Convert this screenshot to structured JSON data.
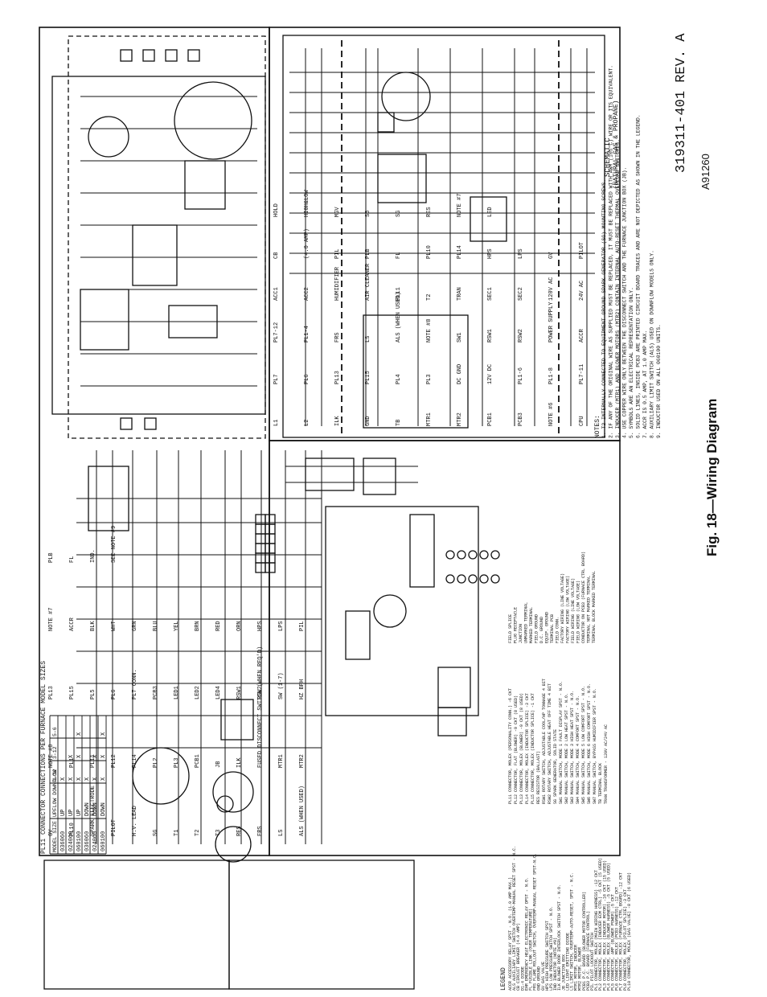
{
  "figure_caption": "Fig. 18—Wiring Diagram",
  "drawing_number": "319311-401 REV. A",
  "art_number": "A91260",
  "schematic": {
    "title": "SCHEMATIC",
    "subtitle": "(NATURAL GAS & PROPANE)",
    "labels": [
      "L1",
      "L2",
      "ILK",
      "GND",
      "TB",
      "MTR1",
      "MTR2",
      "PCB1",
      "PCB3",
      "NOTE #6",
      "CPU",
      "PL7",
      "PL6",
      "PL13",
      "PL15",
      "PL4",
      "PL3",
      "DC GND",
      "12V DC",
      "PL1-6",
      "PL1-8",
      "PL7-11",
      "PL7-12",
      "PL1-4",
      "FRS",
      "LS",
      "ALS (WHEN USED)",
      "NOTE #8",
      "SW1",
      "RSW1",
      "RSW2",
      "POWER SUPPLY",
      "ACCR",
      "ACC1",
      "ACC2",
      "HUMIDIFIER",
      "AIR CLEANER",
      "PL11",
      "T2",
      "TRAN",
      "SEC1",
      "SEC2",
      "120V AC",
      "24V AC",
      "CB",
      "(4.0 AMP)",
      "PIL",
      "PLB",
      "FL",
      "PL10",
      "PL14",
      "HPS",
      "LPS",
      "GV",
      "PILOT",
      "HOLD",
      "HIGH&LOW",
      "MGV",
      "S6",
      "SG",
      "RES",
      "NOTE #7",
      "LED"
    ],
    "notes_heading": "NOTES:",
    "notes": [
      "1. T2 INTERNALLY CONNECTED TO EQUIPMENT GROUND SPARK GENERATOR (SG) MOUNTING SCREWS.",
      "2. IF ANY OF THE ORIGINAL WIRE AS SUPPLIED MUST BE REPLACED, IT MUST BE REPLACED WITH AWM (105°C) WIRE OR ITS EQUIVALENT.",
      "3. INDUCER (MTR1) AND BLOWER MOTORS (MTR2) CONTAIN INTERNAL AUTO-RESET THERMAL OVERLOAD SWITCHES.",
      "4. USE COPPER WIRE ONLY BETWEEN THE DISCONNECT SWITCH AND THE FURNACE JUNCTION BOX (JB).",
      "5. SYMBOLS ARE AN ELECTRICAL REPRESENTATION ONLY.",
      "6. SOLID LINES, INSIDE PCB3 ARE PRINTED CIRCUIT BOARD TRACES AND ARE NOT DEPICTED AS SHOWN IN THE LEGEND.",
      "7. ACCR IS 0.5 AMP, AT 1.0 AMP MAX.",
      "8. AUXILIARY LIMIT SWITCH (ALS) USED ON DOWNFLOW MODELS ONLY.",
      "9. INDUCTOR USED ON ALL 060100 UNITS."
    ]
  },
  "connection_diagram": {
    "pl11_table": {
      "title": "PL11 CONNECTOR CONNECTIONS PER FURNACE MODEL SIZES",
      "headers": [
        "MODEL SIZE",
        "UPFLOW DOWNFLOW",
        "1-12",
        "3-12",
        "5-6"
      ],
      "rows": [
        [
          "036060",
          "UP",
          "X",
          "",
          ""
        ],
        [
          "024060",
          "UP",
          "X",
          "X",
          ""
        ],
        [
          "060100",
          "UP",
          "X",
          "X",
          "X"
        ],
        [
          "036060",
          "DOWN",
          "X",
          "",
          ""
        ],
        [
          "024060",
          "DOWN",
          "X",
          "X",
          ""
        ],
        [
          "060100",
          "DOWN",
          "X",
          "X",
          "X"
        ]
      ]
    },
    "labels": [
      "GV",
      "PL10",
      "SPARK ELECTRODE",
      "PILOT",
      "H.V. LEAD",
      "SG",
      "T1",
      "T2",
      "T3",
      "RES",
      "FRS",
      "LS",
      "ALS (WHEN USED)",
      "NOTE #8",
      "PL1",
      "PL11",
      "PL12",
      "PL14",
      "PL2",
      "PL3",
      "PCB1",
      "JB",
      "ILK",
      "FUSED DISCONNECT SWITCH (WHEN REQ'D)",
      "MTR1",
      "MTR2",
      "PL13",
      "PL15",
      "PL5",
      "PL6",
      "PL7 CONN.",
      "PCB3",
      "LED1",
      "LED2",
      "LED4",
      "RSW1",
      "RSW2",
      "SW (1-7)",
      "HZ BPH",
      "NOTE #7",
      "ACCR",
      "BLK",
      "WHT",
      "GRN",
      "BLU",
      "YEL",
      "BRN",
      "RED",
      "ORN",
      "HPS",
      "LPS",
      "PIL",
      "PLB",
      "FL",
      "IND.",
      "SEE NOTE #9"
    ],
    "legend_heading": "LEGEND",
    "legend_col1": [
      "ACCR ACCESSORY RELAY SPST - N.O. (1.0 AMP MAX.)",
      "ALS AUXILIARY LIMIT SWITCH OVERTEMP-MANUAL RESET SPST - N.C.",
      "CB CIRCUIT BREAKER (4.0 AMP)",
      "D1-4 DIODE",
      "EHR EMERGENCY HEAT ELECTRONIC RELAY DPST - N.O.",
      "FL FUSIBLE LINK (OVER TEMPERATURE)",
      "FRS FLAME ROLLOUT SWITCH, OVERTEMP-MANUAL RESET SPST-N.C.",
      "GND GROUND",
      "GV GAS VALVE",
      "HPS HIGH PRESSURE SWITCH SPST",
      "LPS LOW PRESSURE SWITCH SPST - N.O.",
      "IND INDUCTOR (NOTE #9)",
      "ILK BLOWER DOOR INTERLOCK SWITCH SPST - N.O.",
      "JB JUNCTION BOX",
      "LED LIGHT EMITTING DIODE",
      "LS LIMIT SWITCH, OVERTEMP-AUTO-RESET, SPST - N.C.",
      "MTR1 MOTOR, INDUCER",
      "MTR2 MOTOR, BLOWER",
      "PCB1 P.C. BOARD (BLOWER MOTOR CONTROLLER)",
      "PCB3 P.C. BOARD (FURNACE CONTROL)",
      "PIL PILOT LOCKOUT SWITCH",
      "PL1 CONNECTOR, MOLEX (MAIN WIRING HARNESS) -12 CKT",
      "PL2 CONNECTOR, MOLEX (INDUCER ECM CTRL) -5 CKT (5 USED)",
      "PL3 CONNECTOR, MOLEX (INDUCER MOTOR) -16 CKT (15 USED)",
      "PL4 CONNECTOR, MOLEX (BLOWER HARNESS) -5 CKT (5 USED)",
      "PL5 CONNECTOR, AMP (BLOWER POWER) -5 CKT",
      "PL6 CONNECTOR, MOLEX (PCB3 HARNESS) -12 CKT",
      "PL7 CONNECTOR, MOLEX (FURNACE CTRL BOARD) -12 CKT",
      "PL8 CONNECTOR, MOLEX (PILOT SPLICE) -3 CKT",
      "PL10 CONNECTOR, MOLEX (GAS VALVE) -8 CKT (6 USED)"
    ],
    "legend_col2": [
      "PL11 CONNECTOR, MOLEX (PERSONALITY CONN.) -6 CKT",
      "PL12 CONNECTOR, FLAT (BLOWER) -9 CKT (8 USED)",
      "PL13 CONNECTOR, MOLEX (BLOWER) -9 CKT (8 USED)",
      "PL14 CONNECTOR, MOLEX (INDUCTOR SPLICE) -3 CKT",
      "PL15 CONNECTOR, MOLEX (INDUCTOR SPLICE) -1 CKT",
      "RES RESISTOR (BALLAST)",
      "RSW1 ROTARY SWITCH, ADJUSTABLE COOL/HP TONNAGE 4 BIT",
      "RSW2 ROTARY SWITCH, ADJUSTABLE HEAT OFF TIME 4 BIT",
      "SG SPARK GENERATOR, SOLID STATE",
      "SW1 MANUAL SWITCH, MODE 1 FAULT DISPLAY SPST - N.O.",
      "SW2 MANUAL SWITCH, MODE 2 LOW HEAT SPST - N.O.",
      "SW3 MANUAL SWITCH, MODE 3 HIGH HEAT SPST - N.O.",
      "SW4 MANUAL SWITCH, MODE 4 COMFORT SPST - N.O.",
      "SW5 MANUAL SWITCH, MODE 5 LOW COMFORT SPST - N.O.",
      "SW6 MANUAL SWITCH, MODE 6 HIGH COMFORT SPST - N.O.",
      "SW7 MANUAL SWITCH, BYPASS HUMIDIFIER SPST - N.O.",
      "TB TERMINAL BLOCK",
      "TRAN TRANSFORMER - 120V AC/24V AC"
    ],
    "legend_symbols": [
      "FIELD SPLICE",
      "PLUG RECEPTACLE",
      "JUNCTION",
      "UNMARKED TERMINAL",
      "MARKED TERMINAL",
      "FIELD GROUND",
      "D.C. GROUND",
      "EQUIP. GROUND",
      "TERMINAL PCB",
      "FIELD CONN.",
      "FACTORY WIRING (LINE VOLTAGE)",
      "FACTORY WIRING (LOW VOLTAGE)",
      "FIELD WIRING (LINE VOLTAGE)",
      "FIELD WIRING (LOW VOLTAGE)",
      "CONDUCTOR ON PCB3 (FURNACE CTRL BOARD)",
      "TERMINAL NOT MARKED TERMINAL",
      "TERMINAL BLOCK MARKED TERMINAL"
    ]
  }
}
